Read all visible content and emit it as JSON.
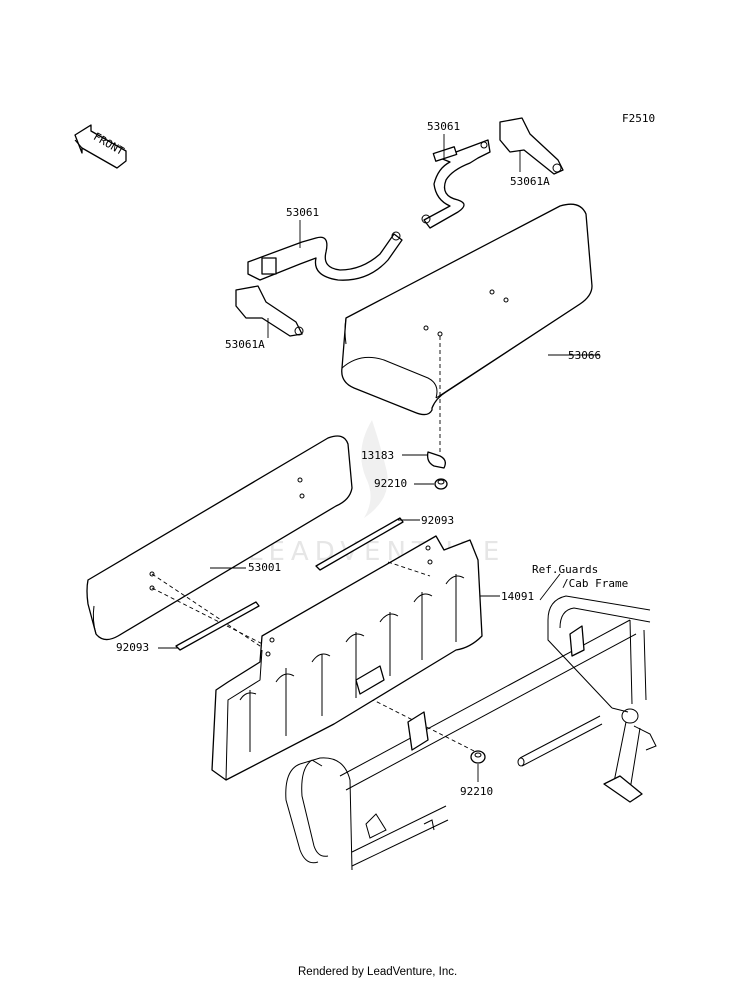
{
  "diagram_code": "F2510",
  "front_arrow_label": "FRONT",
  "watermark": "LEADVENTURE",
  "callouts": {
    "strap_upper": "53061",
    "strap_lower": "53061",
    "bracket_upper": "53061A",
    "bracket_lower": "53061A",
    "seat_cushion": "53066",
    "clip_13183": "13183",
    "nut_upper": "92210",
    "backrest": "53001",
    "rod_upper": "92093",
    "rod_lower": "92093",
    "seat_base_panel": "14091",
    "nut_lower": "92210"
  },
  "reference_note": {
    "line1": "Ref.Guards",
    "line2": "/Cab Frame"
  },
  "footer_text": "Rendered by LeadVenture, Inc."
}
